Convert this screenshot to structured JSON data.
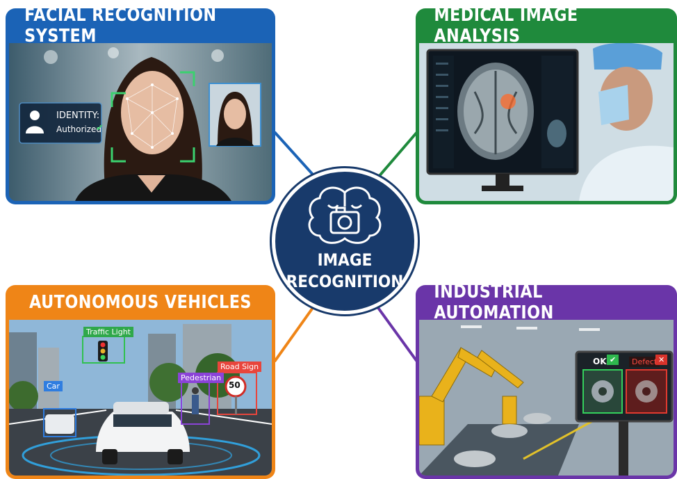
{
  "hub": {
    "line1": "IMAGE",
    "line2": "RECOGNITION",
    "icon": "brain-camera-icon"
  },
  "cards": {
    "face": {
      "title": "FACIAL RECOGNITION SYSTEM",
      "identity_label": "IDENTITY:",
      "identity_value": "Authorized",
      "check": "✔"
    },
    "medical": {
      "title": "MEDICAL IMAGE ANALYSIS"
    },
    "auto": {
      "title": "AUTONOMOUS VEHICLES",
      "labels": {
        "traffic_light": "Traffic Light",
        "car": "Car",
        "pedestrian": "Pedestrian",
        "road_sign": "Road Sign",
        "speed": "50"
      }
    },
    "industrial": {
      "title": "INDUSTRIAL AUTOMATION",
      "ok_label": "OK",
      "ok_mark": "✔",
      "defect_label": "Defect",
      "defect_mark": "✕"
    }
  },
  "colors": {
    "blue": "#1b63b6",
    "green": "#1f8a3c",
    "orange": "#ef8517",
    "purple": "#6a35a8",
    "navy": "#183a6b"
  }
}
